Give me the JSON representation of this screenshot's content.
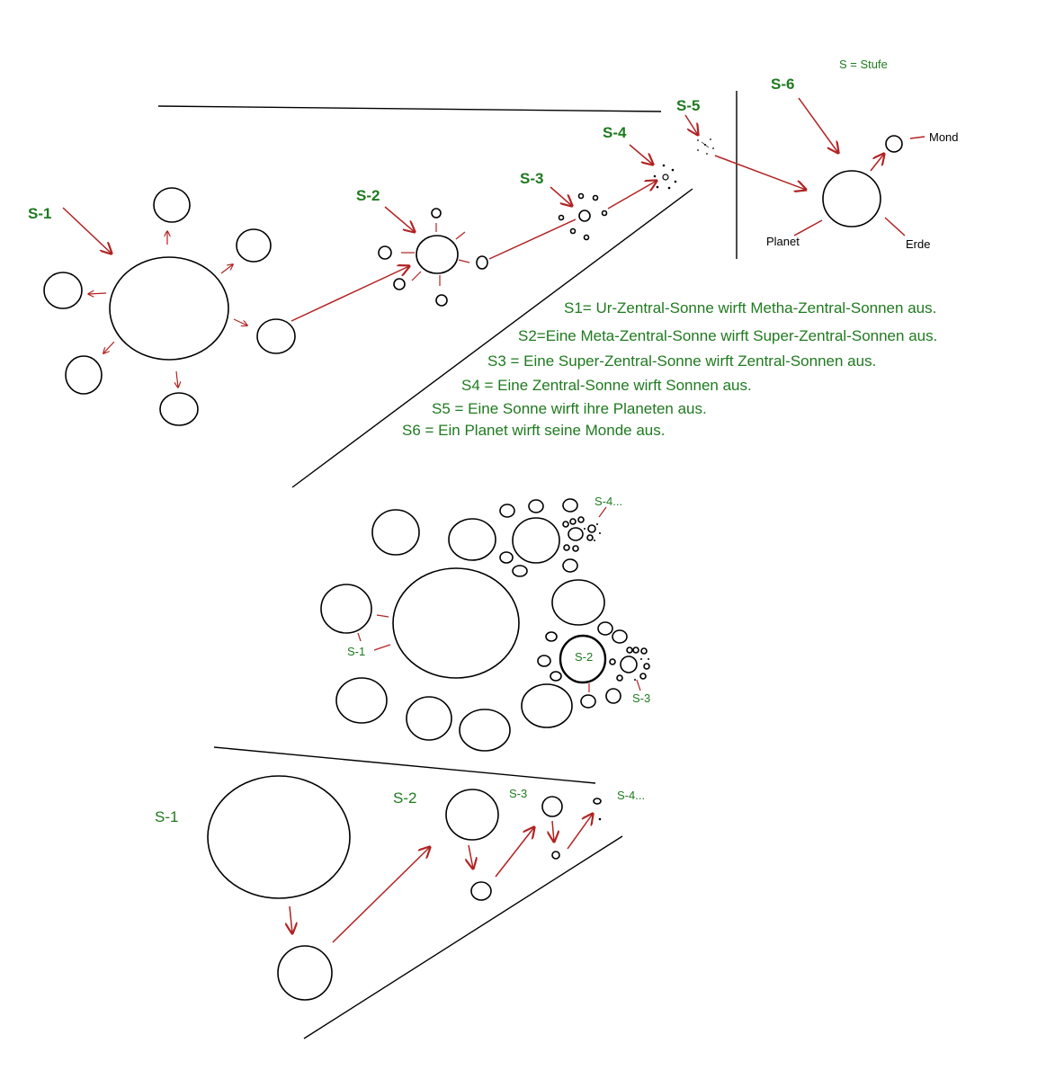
{
  "colors": {
    "label_green": "#1f7a1f",
    "arrow_red": "#b22222",
    "outline": "#000000"
  },
  "key": "S = Stufe",
  "top_stage_labels": [
    "S-1",
    "S-2",
    "S-3",
    "S-4",
    "S-5",
    "S-6"
  ],
  "planet_labels": {
    "moon": "Mond",
    "planet": "Planet",
    "earth": "Erde"
  },
  "legend_lines": [
    "S1= Ur-Zentral-Sonne wirft Metha-Zentral-Sonnen aus.",
    "S2=Eine Meta-Zentral-Sonne wirft Super-Zentral-Sonnen aus.",
    "S3 = Eine Super-Zentral-Sonne wirft Zentral-Sonnen aus.",
    "S4 = Eine Zentral-Sonne wirft Sonnen aus.",
    "S5 = Eine Sonne wirft ihre Planeten aus.",
    "S6 = Ein Planet wirft seine Monde aus."
  ],
  "cluster_labels": {
    "s1": "S-1",
    "s2": "S-2",
    "s3": "S-3",
    "s4": "S-4..."
  },
  "bottom_labels": {
    "s1": "S-1",
    "s2": "S-2",
    "s3": "S-3",
    "s4": "S-4..."
  }
}
